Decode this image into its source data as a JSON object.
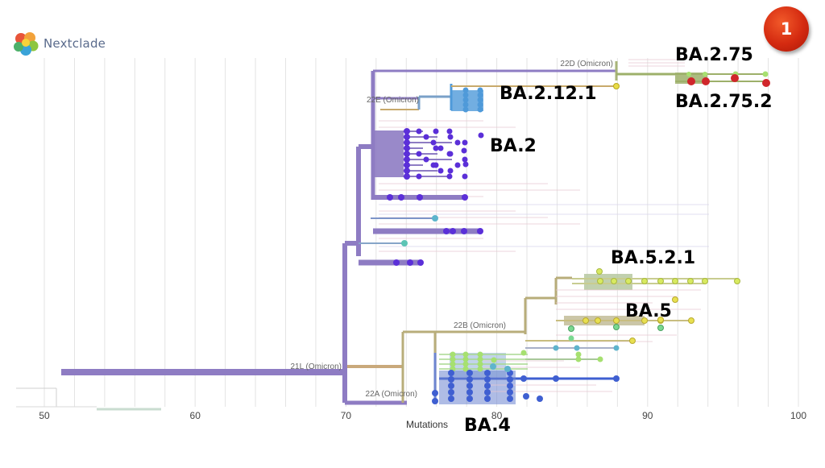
{
  "app": {
    "name": "Nextclade",
    "badge_number": "1"
  },
  "axis": {
    "title": "Mutations",
    "ticks": [
      50,
      60,
      70,
      80,
      90,
      100
    ],
    "range": [
      49,
      101
    ]
  },
  "node_labels": [
    "22D (Omicron)",
    "22E (Omicron)",
    "21L (Omicron)",
    "22B (Omicron)",
    "22A (Omicron)"
  ],
  "clade_labels": [
    "BA.2.75",
    "BA.2.75.2",
    "BA.2.12.1",
    "BA.2",
    "BA.5.2.1",
    "BA.5",
    "BA.4"
  ],
  "colors": {
    "ba2_branch": "#8e7cc3",
    "ba2_tip": "#5b2fd8",
    "ba2_12_1": "#4f9ad9",
    "ba2_75": "#9db06a",
    "ba2_75_2": "#d0262b",
    "ba5_branch": "#b8ad7a",
    "ba5_tip": "#e2e05a",
    "ba4": "#3f5fd1",
    "ba4_light": "#8fd86a",
    "trunk": "#8e7cc3",
    "root_split": "#c9a97b",
    "grid": "#e3e3e3"
  }
}
